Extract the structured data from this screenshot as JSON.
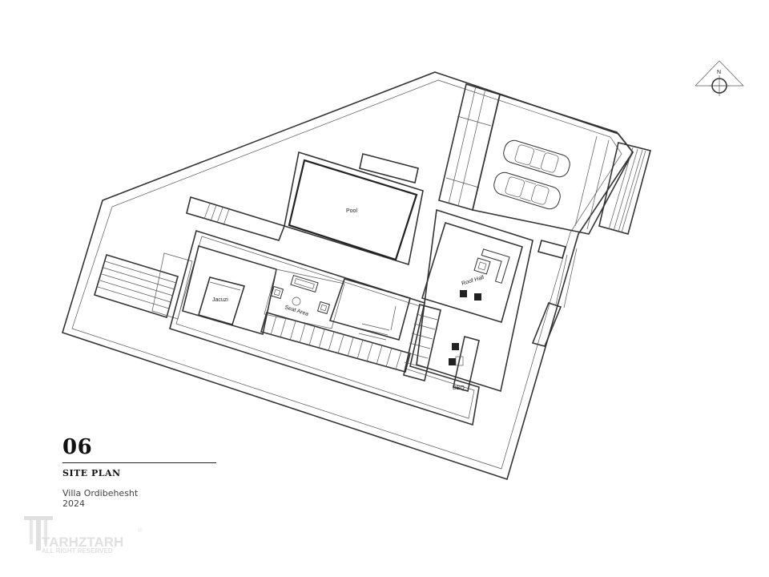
{
  "sheet": {
    "number": "06",
    "title": "SITE PLAN",
    "project": "Villa Ordibehesht",
    "year": "2024"
  },
  "north_arrow": {
    "label": "N"
  },
  "rooms": {
    "pool": "Pool",
    "jacuzzi": "Jacuzi",
    "seat_area": "Seat Area",
    "roof_hall": "Roof Hall",
    "bbq": "BBQ"
  },
  "watermark": {
    "brand": "TARHZTARH",
    "rights": "ALL RIGHT RESERVED",
    "mark": "®"
  }
}
